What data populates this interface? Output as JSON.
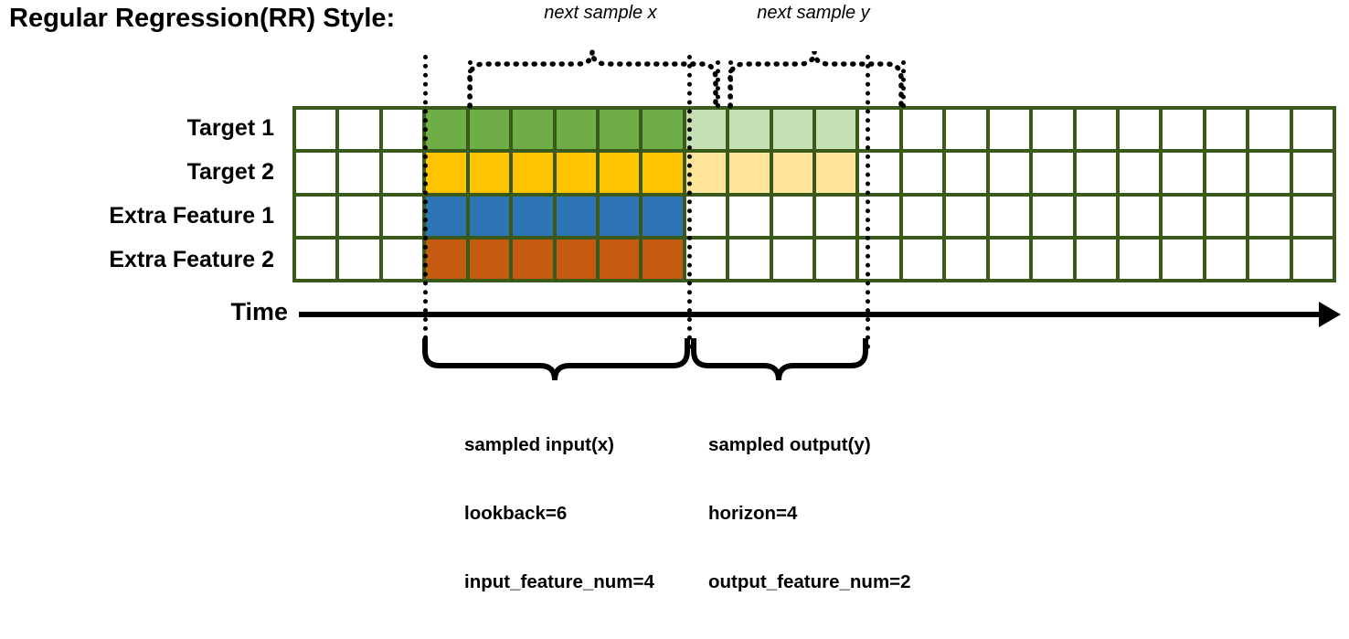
{
  "title": "Regular Regression(RR) Style:",
  "top_labels": {
    "next_x": "next sample x",
    "next_y": "next sample y"
  },
  "row_labels": [
    "Target 1",
    "Target 2",
    "Extra Feature 1",
    "Extra Feature 2"
  ],
  "time_axis": {
    "label": "Time",
    "arrow_icon": "right-arrow-icon"
  },
  "captions": {
    "input": {
      "line1": "sampled input(x)",
      "line2": "lookback=6",
      "line3": "input_feature_num=4"
    },
    "output": {
      "line1": "sampled output(y)",
      "line2": "horizon=4",
      "line3": "output_feature_num=2"
    }
  },
  "colors": {
    "grid_border": "#3A5A1C",
    "target1": "#6FAE46",
    "target1_light": "#C5E0B4",
    "target2": "#FFC400",
    "target2_light": "#FFE599",
    "extra1": "#2E75B6",
    "extra2": "#C55A11",
    "empty": "#FFFFFF",
    "line": "#000000"
  },
  "grid": {
    "columns": 24,
    "rows": 4,
    "lookback_start_col": 3,
    "lookback_len": 6,
    "horizon_len": 4,
    "cells": [
      [
        "white",
        "white",
        "white",
        "green",
        "green",
        "green",
        "green",
        "green",
        "green",
        "lgreen",
        "lgreen",
        "lgreen",
        "lgreen",
        "white",
        "white",
        "white",
        "white",
        "white",
        "white",
        "white",
        "white",
        "white",
        "white",
        "white"
      ],
      [
        "white",
        "white",
        "white",
        "yellow",
        "yellow",
        "yellow",
        "yellow",
        "yellow",
        "yellow",
        "lyellow",
        "lyellow",
        "lyellow",
        "lyellow",
        "white",
        "white",
        "white",
        "white",
        "white",
        "white",
        "white",
        "white",
        "white",
        "white",
        "white"
      ],
      [
        "white",
        "white",
        "white",
        "blue",
        "blue",
        "blue",
        "blue",
        "blue",
        "blue",
        "white",
        "white",
        "white",
        "white",
        "white",
        "white",
        "white",
        "white",
        "white",
        "white",
        "white",
        "white",
        "white",
        "white",
        "white"
      ],
      [
        "white",
        "white",
        "white",
        "orange",
        "orange",
        "orange",
        "orange",
        "orange",
        "orange",
        "white",
        "white",
        "white",
        "white",
        "white",
        "white",
        "white",
        "white",
        "white",
        "white",
        "white",
        "white",
        "white",
        "white",
        "white"
      ]
    ]
  }
}
